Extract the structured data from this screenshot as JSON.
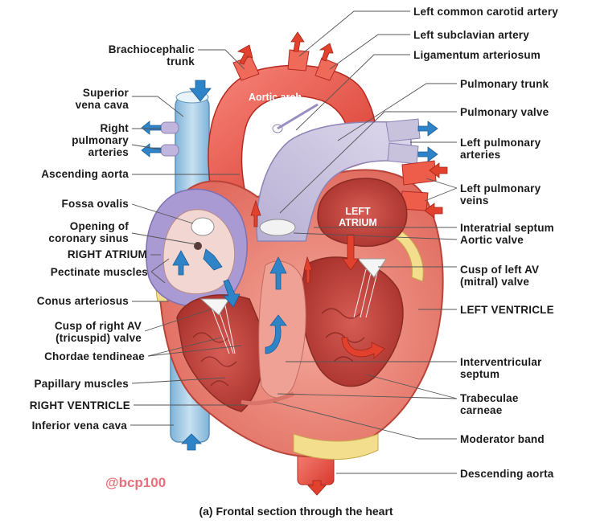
{
  "labels_left": [
    {
      "id": "brachiocephalic",
      "text": "Brachiocephalic\ntrunk"
    },
    {
      "id": "svc",
      "text": "Superior\nvena cava"
    },
    {
      "id": "rpa",
      "text": "Right\npulmonary\narteries"
    },
    {
      "id": "asc_aorta",
      "text": "Ascending aorta"
    },
    {
      "id": "fossa",
      "text": "Fossa ovalis"
    },
    {
      "id": "coronary_sinus",
      "text": "Opening of\ncoronary sinus"
    },
    {
      "id": "right_atrium",
      "text": "RIGHT ATRIUM"
    },
    {
      "id": "pectinate",
      "text": "Pectinate muscles"
    },
    {
      "id": "conus",
      "text": "Conus arteriosus"
    },
    {
      "id": "tricuspid",
      "text": "Cusp of right AV\n(tricuspid) valve"
    },
    {
      "id": "chordae",
      "text": "Chordae tendineae"
    },
    {
      "id": "papillary",
      "text": "Papillary muscles"
    },
    {
      "id": "right_ventricle",
      "text": "RIGHT VENTRICLE"
    },
    {
      "id": "ivc",
      "text": "Inferior vena cava"
    }
  ],
  "labels_right": [
    {
      "id": "lcca",
      "text": "Left common carotid artery"
    },
    {
      "id": "lsa",
      "text": "Left subclavian artery"
    },
    {
      "id": "lig_art",
      "text": "Ligamentum arteriosum"
    },
    {
      "id": "pulm_trunk",
      "text": "Pulmonary trunk"
    },
    {
      "id": "pulm_valve",
      "text": "Pulmonary valve"
    },
    {
      "id": "lpa",
      "text": "Left pulmonary\narteries"
    },
    {
      "id": "lpv",
      "text": "Left pulmonary\nveins"
    },
    {
      "id": "interatrial",
      "text": "Interatrial septum"
    },
    {
      "id": "aortic_valve",
      "text": "Aortic valve"
    },
    {
      "id": "mitral",
      "text": "Cusp of left AV\n(mitral) valve"
    },
    {
      "id": "left_ventricle",
      "text": "LEFT VENTRICLE"
    },
    {
      "id": "iv_septum",
      "text": "Interventricular\nseptum"
    },
    {
      "id": "trabeculae",
      "text": "Trabeculae\ncarneae"
    },
    {
      "id": "moderator",
      "text": "Moderator band"
    },
    {
      "id": "desc_aorta",
      "text": "Descending aorta"
    }
  ],
  "inner_labels": {
    "aortic_arch": "Aortic arch",
    "left_atrium": "LEFT\nATRIUM"
  },
  "watermark": "@bcp100",
  "caption": "(a) Frontal section through the heart",
  "colors": {
    "vein_blue": "#a9cde6",
    "arrow_blue": "#2f83c7",
    "arrow_red": "#e2412e",
    "aorta_red": "#ee5c4a",
    "pulmonary_lavender": "#c8c2dd",
    "myocardium": "#e8847a",
    "chamber_dark": "#b9413a",
    "fat_yellow": "#f3de8e",
    "atrium_purple": "#a99ad3"
  }
}
